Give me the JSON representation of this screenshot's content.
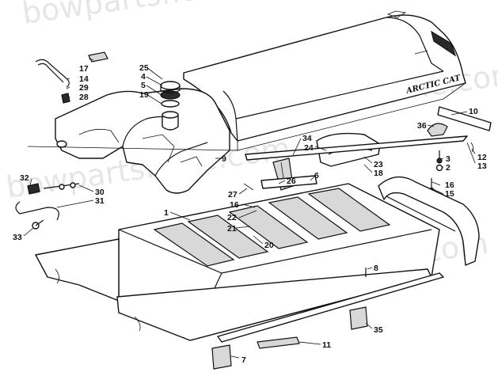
{
  "watermark": "bowpartsfiche.com",
  "brand_text": "ARCTIC CAT",
  "callouts": [
    {
      "id": "c1",
      "label": "1"
    },
    {
      "id": "c2",
      "label": "2"
    },
    {
      "id": "c3",
      "label": "3"
    },
    {
      "id": "c4",
      "label": "4"
    },
    {
      "id": "c5",
      "label": "5"
    },
    {
      "id": "c6",
      "label": "6"
    },
    {
      "id": "c7",
      "label": "7"
    },
    {
      "id": "c8",
      "label": "8"
    },
    {
      "id": "c9",
      "label": "9"
    },
    {
      "id": "c10",
      "label": "10"
    },
    {
      "id": "c11",
      "label": "11"
    },
    {
      "id": "c12",
      "label": "12"
    },
    {
      "id": "c13",
      "label": "13"
    },
    {
      "id": "c14",
      "label": "14"
    },
    {
      "id": "c15",
      "label": "15"
    },
    {
      "id": "c16a",
      "label": "16"
    },
    {
      "id": "c16b",
      "label": "16"
    },
    {
      "id": "c17",
      "label": "17"
    },
    {
      "id": "c18",
      "label": "18"
    },
    {
      "id": "c19",
      "label": "19"
    },
    {
      "id": "c20",
      "label": "20"
    },
    {
      "id": "c21",
      "label": "21"
    },
    {
      "id": "c22",
      "label": "22"
    },
    {
      "id": "c23",
      "label": "23"
    },
    {
      "id": "c24",
      "label": "24"
    },
    {
      "id": "c25",
      "label": "25"
    },
    {
      "id": "c26",
      "label": "26"
    },
    {
      "id": "c27",
      "label": "27"
    },
    {
      "id": "c28",
      "label": "28"
    },
    {
      "id": "c29",
      "label": "29"
    },
    {
      "id": "c30",
      "label": "30"
    },
    {
      "id": "c31",
      "label": "31"
    },
    {
      "id": "c32",
      "label": "32"
    },
    {
      "id": "c33",
      "label": "33"
    },
    {
      "id": "c34",
      "label": "34"
    },
    {
      "id": "c35",
      "label": "35"
    },
    {
      "id": "c36",
      "label": "36"
    }
  ]
}
